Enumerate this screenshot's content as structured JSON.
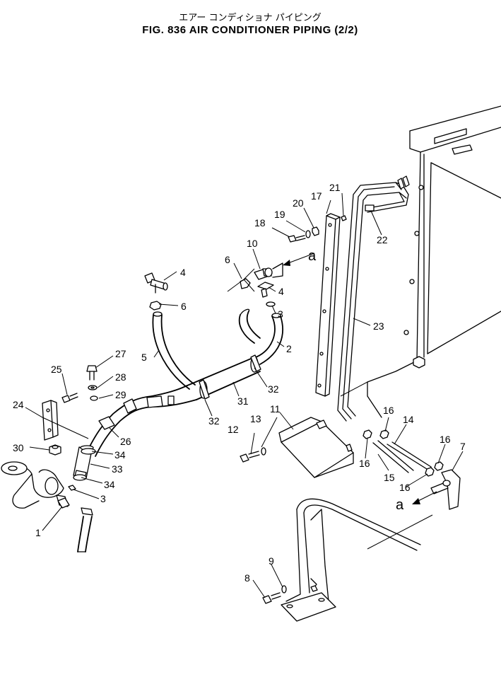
{
  "title": {
    "japanese": "エアー コンディショナ パイピング",
    "english": "FIG. 836  AIR  CONDITIONER  PIPING  (2/2)"
  },
  "reference_marks": {
    "upper": "a",
    "lower": "a"
  },
  "callouts": {
    "c1": "1",
    "c2": "2",
    "c3a": "3",
    "c3b": "3",
    "c4a": "4",
    "c4b": "4",
    "c5": "5",
    "c6a": "6",
    "c6b": "6",
    "c7": "7",
    "c8": "8",
    "c9": "9",
    "c10": "10",
    "c11": "11",
    "c12": "12",
    "c13": "13",
    "c14": "14",
    "c15": "15",
    "c16a": "16",
    "c16b": "16",
    "c16c": "16",
    "c16d": "16",
    "c17": "17",
    "c18": "18",
    "c19": "19",
    "c20": "20",
    "c21": "21",
    "c22": "22",
    "c23": "23",
    "c24": "24",
    "c25": "25",
    "c26": "26",
    "c27": "27",
    "c28": "28",
    "c29": "29",
    "c30": "30",
    "c31": "31",
    "c32a": "32",
    "c32b": "32",
    "c33": "33",
    "c34a": "34",
    "c34b": "34"
  }
}
